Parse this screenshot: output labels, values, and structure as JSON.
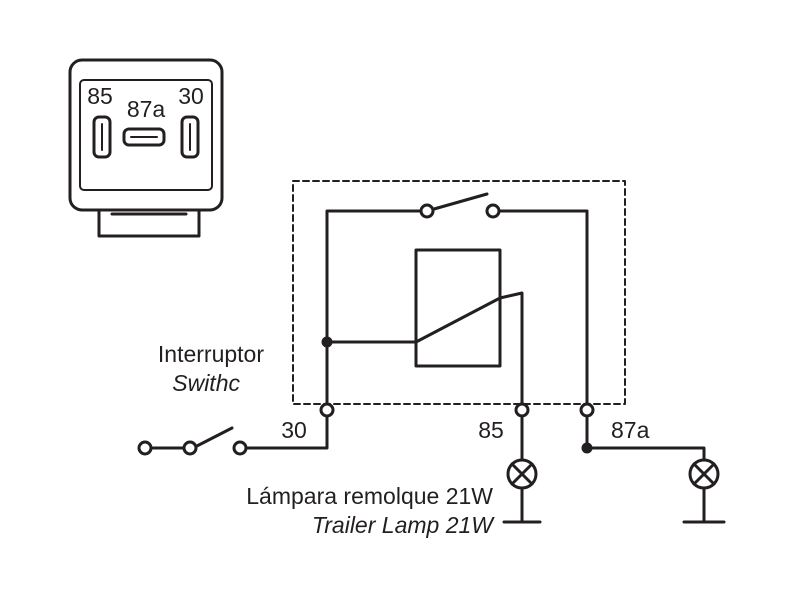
{
  "relay_face": {
    "pin_left": "85",
    "pin_center": "87a",
    "pin_right": "30"
  },
  "terminals": {
    "t30": "30",
    "t85": "85",
    "t87a": "87a"
  },
  "switch_label": {
    "es": "Interruptor",
    "en": "Swithc"
  },
  "lamp_label": {
    "es": "Lámpara remolque 21W",
    "en": "Trailer Lamp 21W"
  },
  "colors": {
    "ink": "#231f20",
    "background": "#ffffff"
  }
}
